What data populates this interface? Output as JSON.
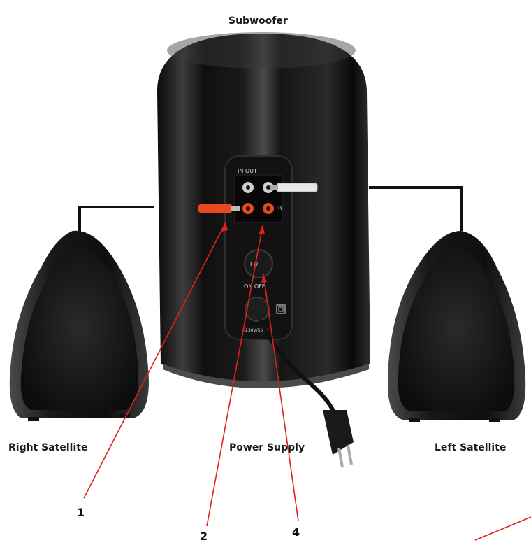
{
  "labels": {
    "subwoofer": "Subwoofer",
    "right_satellite": "Right Satellite",
    "left_satellite": "Left Satellite",
    "power_supply": "Power Supply"
  },
  "panel": {
    "in_out": "IN  OUT",
    "channel_r": "R",
    "switch": "ON  OFF",
    "switch_symbol": "I   O",
    "voltage": "~230V/50Hz"
  },
  "callouts": [
    "1",
    "2",
    "4"
  ],
  "colors": {
    "callout_line": "#e0201b",
    "cable": "#111111",
    "speaker_body": "#1c1c1c",
    "rca_red": "#e8491f",
    "rca_white": "#e6e6e6"
  }
}
